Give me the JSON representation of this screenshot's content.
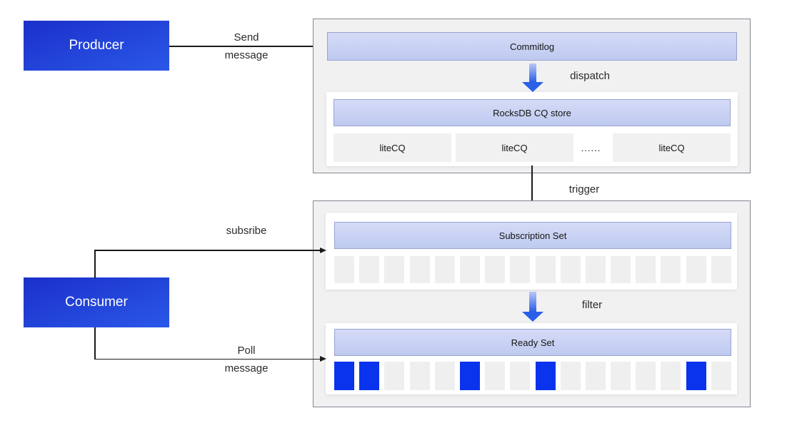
{
  "actors": {
    "producer": "Producer",
    "consumer": "Consumer"
  },
  "labels": {
    "send": {
      "line1": "Send",
      "line2": "message"
    },
    "dispatch": "dispatch",
    "trigger": "trigger",
    "subscribe": "subsribe",
    "filter": "filter",
    "poll": {
      "line1": "Poll",
      "line2": "message"
    }
  },
  "store": {
    "commitlog": "Commitlog",
    "rocksdb_cq_store": "RocksDB CQ store",
    "litecq": [
      "liteCQ",
      "liteCQ",
      "liteCQ"
    ],
    "ellipsis": "......"
  },
  "consume_queue": {
    "subscription_set": {
      "label": "Subscription Set",
      "slots": [
        0,
        0,
        0,
        0,
        0,
        0,
        0,
        0,
        0,
        0,
        0,
        0,
        0,
        0,
        0,
        0
      ]
    },
    "ready_set": {
      "label": "Ready Set",
      "slots": [
        1,
        1,
        0,
        0,
        0,
        1,
        0,
        0,
        1,
        0,
        0,
        0,
        0,
        0,
        1,
        0
      ]
    }
  },
  "colors": {
    "actor_top": "#1b2fca",
    "actor_bottom": "#2a58e8",
    "bar_top": "#d5dbf7",
    "bar_bottom": "#becaf0",
    "bar_border": "#98a3cf",
    "panel_bg": "#f1f1f2",
    "panel_border": "#82878f",
    "lite_bg": "#f1f1f1",
    "slot_empty": "#efefef",
    "slot_filled": "#0a33ee",
    "arrow_blue_light": "#b9c7f5",
    "arrow_blue_dark": "#2b5fe7",
    "line": "#1a1a1a"
  }
}
